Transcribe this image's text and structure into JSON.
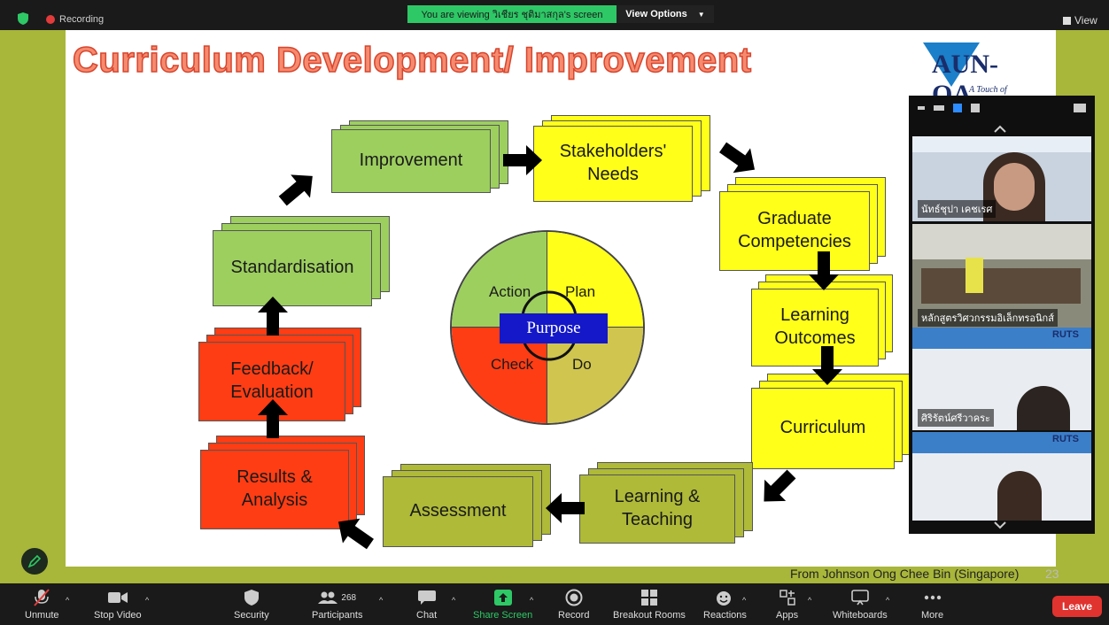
{
  "top": {
    "recording_label": "Recording",
    "viewing_banner": "You are viewing วิเชียร ชุติมาสกุล's screen",
    "view_options_label": "View Options",
    "view_label": "View"
  },
  "slide": {
    "title": "Curriculum Development/ Improvement",
    "logo_text": "AUN-QA",
    "logo_tagline": "A Touch of Quality",
    "steps": {
      "improvement": "Improvement",
      "stakeholders": "Stakeholders'\nNeeds",
      "graduate": "Graduate\nCompetencies",
      "outcomes": "Learning\nOutcomes",
      "curriculum": "Curriculum",
      "teaching": "Learning &\nTeaching",
      "assessment": "Assessment",
      "results": "Results &\nAnalysis",
      "feedback": "Feedback/\nEvaluation",
      "standardisation": "Standardisation"
    },
    "cycle": {
      "action": "Action",
      "plan": "Plan",
      "check": "Check",
      "do": "Do",
      "center": "Purpose"
    },
    "credit": "From Johnson Ong Chee Bin (Singapore)",
    "slide_number": "23"
  },
  "participants_panel": {
    "tiles": [
      {
        "name": "นัทธ์ชุปา เคชเรศ"
      },
      {
        "name": "หลักสูตรวิศวกรรมอิเล็กทรอนิกส์"
      },
      {
        "name": "ศิริรัตน์ศรีวาคระ"
      },
      {
        "name": ""
      }
    ],
    "tile_header": "RUTS"
  },
  "toolbar": {
    "unmute": "Unmute",
    "stop_video": "Stop Video",
    "security": "Security",
    "participants": "Participants",
    "participants_count": "268",
    "chat": "Chat",
    "share_screen": "Share Screen",
    "record": "Record",
    "breakout_rooms": "Breakout Rooms",
    "reactions": "Reactions",
    "apps": "Apps",
    "whiteboards": "Whiteboards",
    "more": "More",
    "leave": "Leave"
  },
  "colors": {
    "slide_frame": "#a8b63a",
    "green_step": "#9dcf5f",
    "yellow_step": "#ffff1a",
    "red_step": "#ff3d14",
    "olive_step": "#aeba38",
    "purpose_blue": "#1418c8",
    "leave_red": "#e0332f"
  }
}
